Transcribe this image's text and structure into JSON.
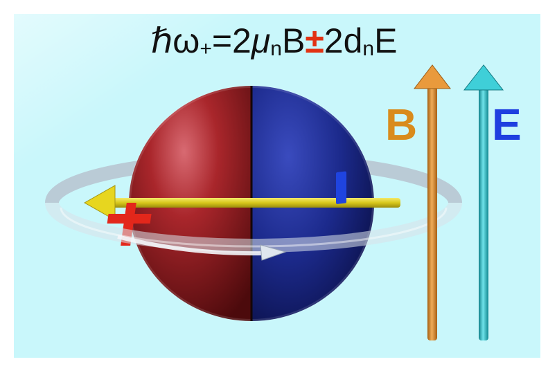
{
  "formula": {
    "hbar": "ℏ",
    "omega": "ω",
    "omega_sub": "+",
    "eq": "=2",
    "mu": "μ",
    "mu_sub": "n",
    "b_term": "B",
    "pm": "±",
    "two": "2d",
    "d_sub": "n",
    "e_term": "E"
  },
  "field_labels": {
    "b": "B",
    "e": "E"
  },
  "charges": {
    "positive": "+",
    "negative": "-"
  },
  "colors": {
    "panel": "#c9f7fb",
    "sphere_positive": "#9a1f22",
    "sphere_negative": "#1c2a8c",
    "spin_arrow": "#e7d61f",
    "b_arrow": "#d98b2a",
    "e_arrow": "#24b5bf",
    "b_label": "#d98b1c",
    "e_label": "#1f3fe0",
    "plus_minus": "#e23213"
  }
}
